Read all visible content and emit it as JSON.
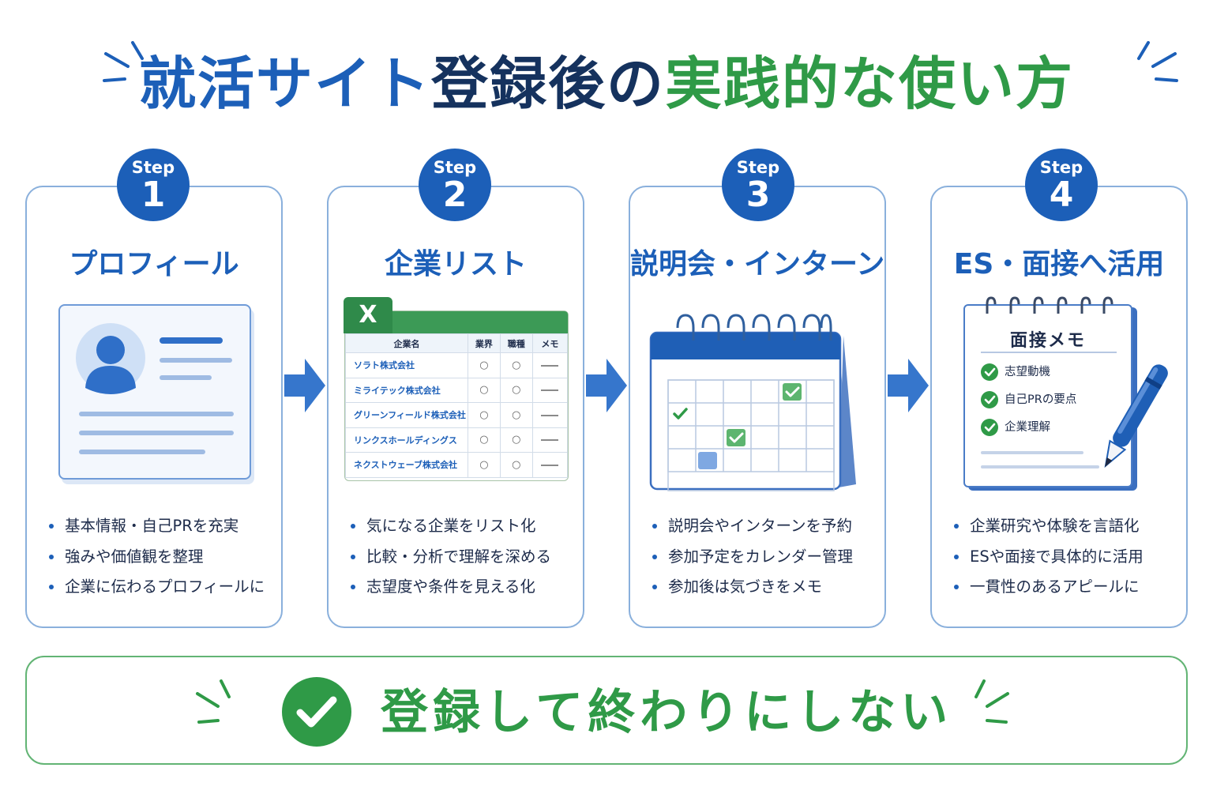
{
  "title": {
    "part1": "就活サイト",
    "part2": "登録後の",
    "part3": "実践的な使い方"
  },
  "colors": {
    "primary_blue": "#1c5fb8",
    "navy": "#15325e",
    "green": "#2f9a47",
    "card_border": "#8ab0dc"
  },
  "steps": [
    {
      "step_label": "Step",
      "number": "1",
      "title": "プロフィール",
      "icon": "profile-card-icon",
      "bullets": [
        "基本情報・自己PRを充実",
        "強みや価値観を整理",
        "企業に伝わるプロフィールに"
      ]
    },
    {
      "step_label": "Step",
      "number": "2",
      "title": "企業リスト",
      "icon": "spreadsheet-icon",
      "sheet": {
        "logo": "X",
        "headers": [
          "企業名",
          "業界",
          "職種",
          "メモ"
        ],
        "rows": [
          {
            "name": "ソラト株式会社",
            "c1": "○",
            "c2": "○"
          },
          {
            "name": "ミライテック株式会社",
            "c1": "○",
            "c2": "○"
          },
          {
            "name": "グリーンフィールド株式会社",
            "c1": "○",
            "c2": "○"
          },
          {
            "name": "リンクスホールディングス",
            "c1": "○",
            "c2": "○"
          },
          {
            "name": "ネクストウェーブ株式会社",
            "c1": "○",
            "c2": "○"
          }
        ]
      },
      "bullets": [
        "気になる企業をリスト化",
        "比較・分析で理解を深める",
        "志望度や条件を見える化"
      ]
    },
    {
      "step_label": "Step",
      "number": "3",
      "title": "説明会・インターン",
      "icon": "calendar-icon",
      "bullets": [
        "説明会やインターンを予約",
        "参加予定をカレンダー管理",
        "参加後は気づきをメモ"
      ]
    },
    {
      "step_label": "Step",
      "number": "4",
      "title": "ES・面接へ活用",
      "icon": "notepad-pen-icon",
      "memo": {
        "title": "面接メモ",
        "items": [
          "志望動機",
          "自己PRの要点",
          "企業理解"
        ]
      },
      "bullets": [
        "企業研究や体験を言語化",
        "ESや面接で具体的に活用",
        "一貫性のあるアピールに"
      ]
    }
  ],
  "banner": {
    "icon": "check-circle-icon",
    "text": "登録して終わりにしない"
  }
}
